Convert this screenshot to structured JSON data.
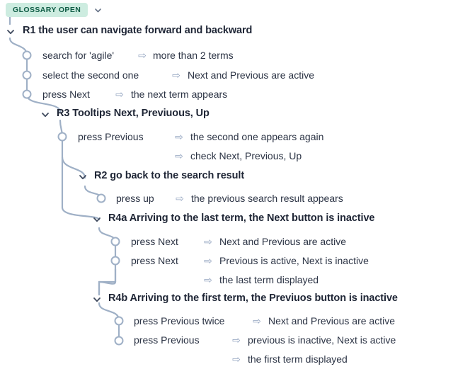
{
  "header": {
    "badge_label": "GLOSSARY OPEN",
    "badge_bg": "#cdece0",
    "badge_fg": "#0f5c45",
    "collapse_icon": "chevron-down-icon"
  },
  "theme": {
    "text": "#1e2535",
    "step_text": "#2b3344",
    "wire": "#9fb0c6",
    "arrow": "#93a4c0"
  },
  "icons": {
    "chevron_down": "chevron-down-icon",
    "node_circle": "circle-node-icon",
    "right_arrow": "⇨"
  },
  "tree": {
    "groups": [
      {
        "id": "R1",
        "label": "R1 the user can navigate forward and backward",
        "steps": [
          {
            "action": "search for 'agile'",
            "arrow": "⇨",
            "result": "more than 2 terms"
          },
          {
            "action": "select the second one",
            "arrow": "⇨",
            "result": "Next and Previous are active"
          },
          {
            "action": "press Next",
            "arrow": "⇨",
            "result": "the next term appears"
          }
        ]
      },
      {
        "id": "R3",
        "label": "R3 Tooltips Next, Previuous, Up",
        "steps": [
          {
            "action": "press Previous",
            "arrow": "⇨",
            "result": "the second one appears again"
          },
          {
            "action": "",
            "arrow": "⇨",
            "result": "check Next, Previous, Up"
          }
        ]
      },
      {
        "id": "R2",
        "label": "R2 go back to the search result",
        "steps": [
          {
            "action": "press up",
            "arrow": "⇨",
            "result": "the previous search result appears"
          }
        ]
      },
      {
        "id": "R4a",
        "label": "R4a Arriving to the last term, the Next button is inactive",
        "steps": [
          {
            "action": "press Next",
            "arrow": "⇨",
            "result": "Next and Previous are active"
          },
          {
            "action": "press Next",
            "arrow": "⇨",
            "result": "Previous is active, Next is inactive"
          },
          {
            "action": "",
            "arrow": "⇨",
            "result": "the last term displayed"
          }
        ]
      },
      {
        "id": "R4b",
        "label": "R4b Arriving to the first term, the Previuos button is inactive",
        "steps": [
          {
            "action": "press Previous twice",
            "arrow": "⇨",
            "result": "Next and Previous are active"
          },
          {
            "action": "press Previous",
            "arrow": "⇨",
            "result": "previous is inactive, Next is active"
          },
          {
            "action": "",
            "arrow": "⇨",
            "result": "the first term displayed"
          }
        ]
      }
    ]
  }
}
